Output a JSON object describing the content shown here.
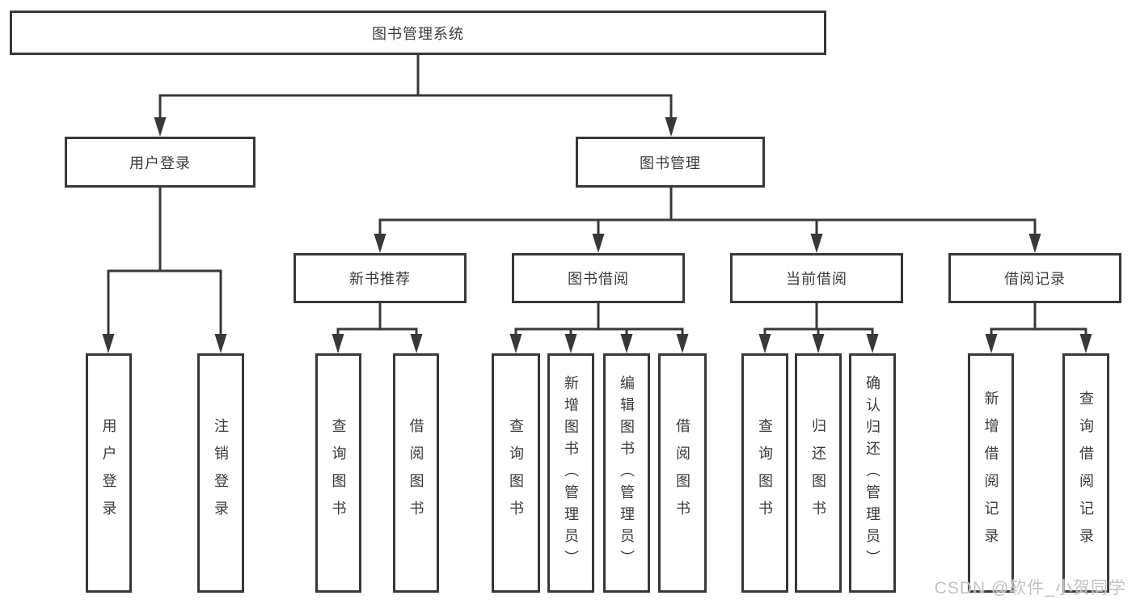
{
  "tree": {
    "root": "图书管理系统",
    "children": [
      {
        "label": "用户登录",
        "children": [
          "用户登录",
          "注销登录"
        ]
      },
      {
        "label": "图书管理",
        "children": [
          {
            "label": "新书推荐",
            "children": [
              "查询图书",
              "借阅图书"
            ]
          },
          {
            "label": "图书借阅",
            "children": [
              "查询图书",
              "新增图书（管理员）",
              "编辑图书（管理员）",
              "借阅图书"
            ]
          },
          {
            "label": "当前借阅",
            "children": [
              "查询图书",
              "归还图书",
              "确认归还（管理员）"
            ]
          },
          {
            "label": "借阅记录",
            "children": [
              "新增借阅记录",
              "查询借阅记录"
            ]
          }
        ]
      }
    ]
  },
  "watermark": {
    "text": "CSDN @软件_小贺同学"
  },
  "colors": {
    "line": "#383838",
    "box_border": "#383838",
    "text": "#3b3b3b",
    "watermark": "#c3c3c3",
    "background": "#ffffff"
  }
}
